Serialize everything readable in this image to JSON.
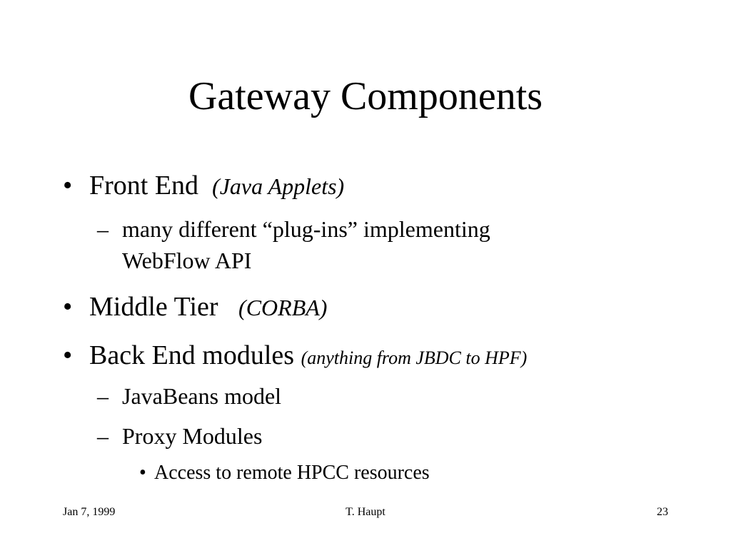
{
  "slide": {
    "title": "Gateway Components",
    "bullets": {
      "b1": {
        "marker": "•",
        "text": "Front End",
        "note": "(Java Applets)"
      },
      "b1_sub1": {
        "marker": "–",
        "line1": "many different “plug-ins” implementing",
        "line2": "WebFlow API"
      },
      "b2": {
        "marker": "•",
        "text": "Middle Tier",
        "note": "(CORBA)"
      },
      "b3": {
        "marker": "•",
        "text": "Back End modules",
        "note": "(anything from JBDC to HPF)"
      },
      "b3_sub1": {
        "marker": "–",
        "text": "JavaBeans model"
      },
      "b3_sub2": {
        "marker": "–",
        "text": "Proxy Modules"
      },
      "b3_sub2_sub1": {
        "marker": "•",
        "text": "Access to remote HPCC resources"
      }
    },
    "footer": {
      "date": "Jan 7, 1999",
      "author": "T. Haupt",
      "page": "23"
    }
  }
}
